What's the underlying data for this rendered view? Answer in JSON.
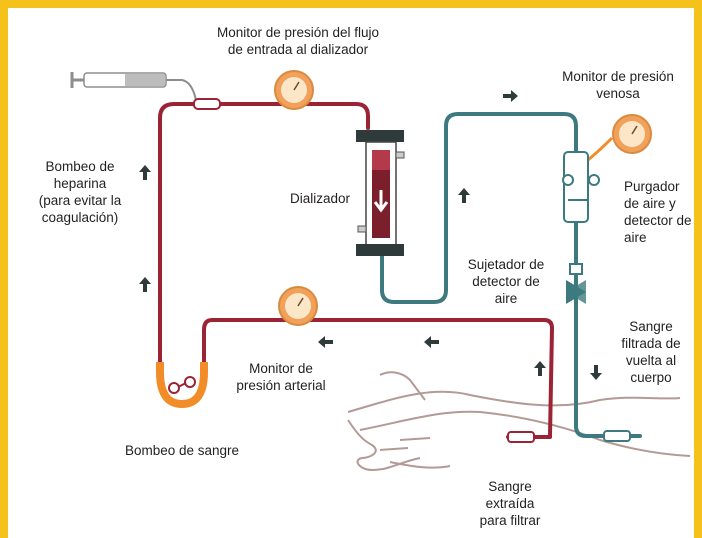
{
  "colors": {
    "frame": "#f5c21b",
    "arterial_line": "#9b2335",
    "venous_line": "#3d7a80",
    "gauge_fill": "#f2a15a",
    "gauge_face": "#fbe6c8",
    "pump_orange": "#f28c28",
    "arm_outline": "#b49a96"
  },
  "labels": {
    "inflow_monitor": "Monitor de presión del flujo\nde entrada al dializador",
    "venous_monitor": "Monitor de presión\nvenosa",
    "heparin_pump": "Bombeo de\nheparina\n(para evitar la\ncoagulación)",
    "dialyzer": "Dializador",
    "air_trap": "Purgador\nde aire y\ndetector de\naire",
    "air_clamp": "Sujetador de\ndetector de\naire",
    "filtered_return": "Sangre\nfiltrada de\nvuelta al\ncuerpo",
    "arterial_monitor": "Monitor de\npresión arterial",
    "blood_pump": "Bombeo de sangre",
    "blood_drawn": "Sangre\nextraída\npara filtrar"
  }
}
